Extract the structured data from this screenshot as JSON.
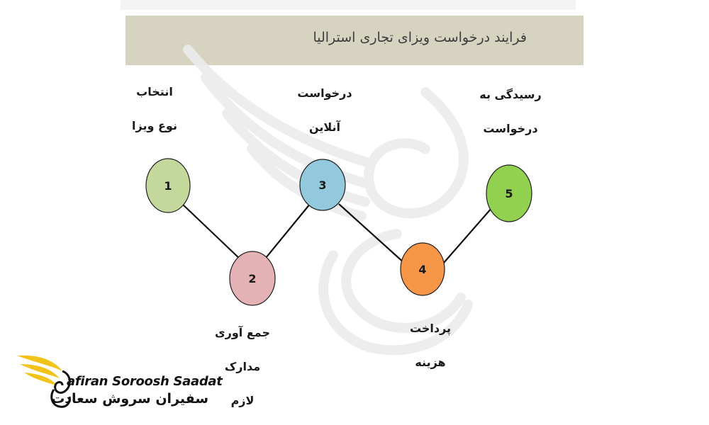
{
  "header": {
    "title": "فرایند درخواست ویزای تجاری استرالیا"
  },
  "steps": [
    {
      "number": "1",
      "color": "#c4d89c",
      "label_lines": [
        "انتخاب",
        "نوع ویزا"
      ]
    },
    {
      "number": "2",
      "color": "#e4b2b5",
      "label_lines": [
        "جمع آوری",
        "مدارک",
        "لازم"
      ]
    },
    {
      "number": "3",
      "color": "#93c9dd",
      "label_lines": [
        "درخواست",
        "آنلاین"
      ]
    },
    {
      "number": "4",
      "color": "#f79646",
      "label_lines": [
        "پرداخت",
        "هزینه"
      ]
    },
    {
      "number": "5",
      "color": "#92d050",
      "label_lines": [
        "رسیدگی به",
        "درخواست"
      ]
    }
  ],
  "logo": {
    "latin_text": "afiran Soroosh Saadat",
    "persian_text": "سفیران سروش سعادت",
    "accent_color": "#f2c318"
  }
}
